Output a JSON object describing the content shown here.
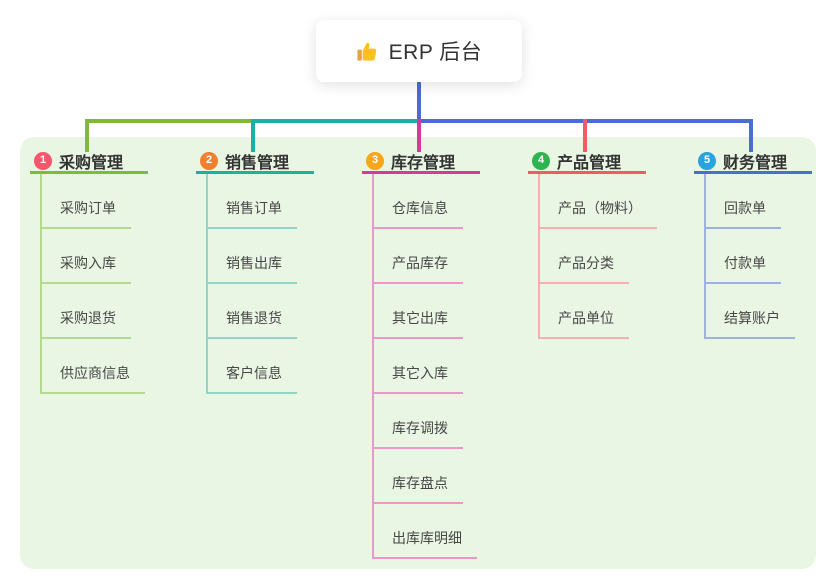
{
  "root": {
    "label": "ERP 后台",
    "icon": "thumbs-up-icon"
  },
  "colors": {
    "root_line": "#4a6cd4",
    "panel_bg": "#e9f6e3",
    "card_bg": "#ffffff",
    "icon_yellow": "#fac21c",
    "icon_cuff": "#e8a33d"
  },
  "branches": [
    {
      "id": "purchase",
      "index": "1",
      "label": "采购管理",
      "badge_color": "#f8566c",
      "line_color": "#7fba3d",
      "child_line_color": "#b4da8e",
      "items": [
        "采购订单",
        "采购入库",
        "采购退货",
        "供应商信息"
      ]
    },
    {
      "id": "sales",
      "index": "2",
      "label": "销售管理",
      "badge_color": "#f07f2e",
      "line_color": "#18b2a2",
      "child_line_color": "#90d6c9",
      "items": [
        "销售订单",
        "销售出库",
        "销售退货",
        "客户信息"
      ]
    },
    {
      "id": "inventory",
      "index": "3",
      "label": "库存管理",
      "badge_color": "#f9a61a",
      "line_color": "#d43a9d",
      "child_line_color": "#ee95c9",
      "items": [
        "仓库信息",
        "产品库存",
        "其它出库",
        "其它入库",
        "库存调拨",
        "库存盘点",
        "出库库明细"
      ]
    },
    {
      "id": "product",
      "index": "4",
      "label": "产品管理",
      "badge_color": "#2eb350",
      "line_color": "#f65965",
      "child_line_color": "#fbacb4",
      "items": [
        "产品（物料）",
        "产品分类",
        "产品单位"
      ]
    },
    {
      "id": "finance",
      "index": "5",
      "label": "财务管理",
      "badge_color": "#2ba2de",
      "line_color": "#4a6cd4",
      "child_line_color": "#9fb0e5",
      "items": [
        "回款单",
        "付款单",
        "结算账户"
      ]
    }
  ]
}
